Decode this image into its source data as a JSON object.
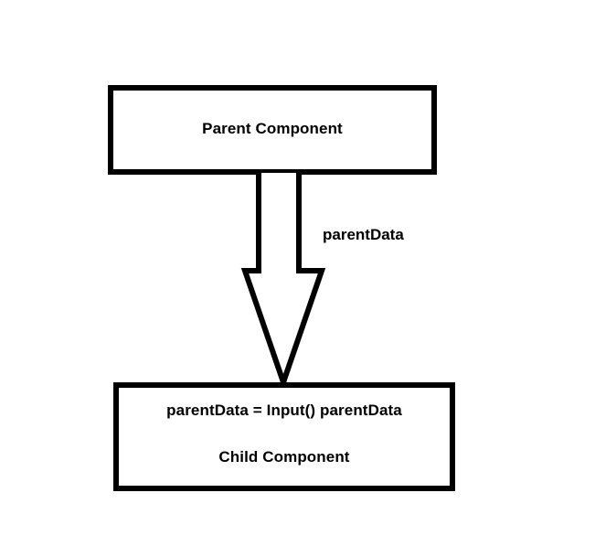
{
  "diagram": {
    "title": "Angular parent to child data binding diagram",
    "background_color": "#ffffff",
    "stroke_color": "#000000",
    "parent": {
      "label": "Parent Component"
    },
    "arrow": {
      "icon_name": "block-arrow-down-icon",
      "label": "parentData",
      "direction": "down",
      "style": "hollow-block-arrow"
    },
    "child": {
      "binding_label": "parentData = Input() parentData",
      "label": "Child Component"
    }
  }
}
